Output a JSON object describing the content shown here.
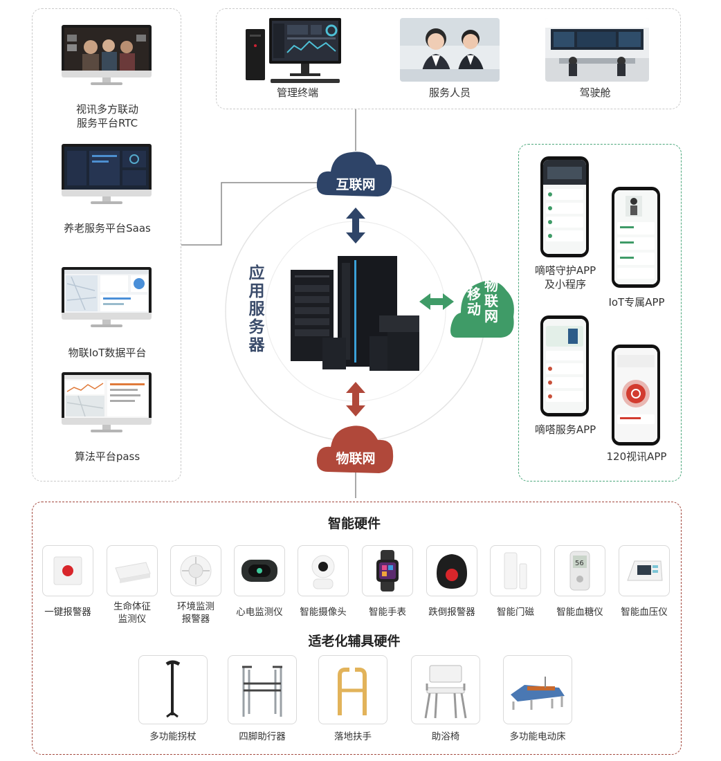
{
  "top_panel": {
    "items": [
      {
        "label": "管理终端"
      },
      {
        "label": "服务人员"
      },
      {
        "label": "驾驶舱"
      }
    ]
  },
  "left_panel": {
    "items": [
      {
        "label_line1": "视讯多方联动",
        "label_line2": "服务平台RTC"
      },
      {
        "label_line1": "养老服务平台Saas"
      },
      {
        "label_line1": "物联IoT数据平台"
      },
      {
        "label_line1": "算法平台pass"
      }
    ]
  },
  "right_panel": {
    "apps": [
      {
        "label_line1": "嘀嗒守护APP",
        "label_line2": "及小程序"
      },
      {
        "label_line1": "IoT专属APP"
      },
      {
        "label_line1": "嘀嗒服务APP"
      },
      {
        "label_line1": "120视讯APP"
      }
    ]
  },
  "center": {
    "internet_cloud": "互联网",
    "iot_cloud": "物联网",
    "mobile_line1": "物联网",
    "mobile_line2": "移动",
    "server_chars": [
      "应",
      "用",
      "服",
      "务",
      "器"
    ]
  },
  "colors": {
    "internet": "#2e4468",
    "iot": "#b0483a",
    "mobile": "#3f9b67",
    "green_border": "#4aa77a",
    "red_border": "#a1453a"
  },
  "smart_hardware": {
    "title": "智能硬件",
    "devices": [
      {
        "label_line1": "一键报警器"
      },
      {
        "label_line1": "生命体征",
        "label_line2": "监测仪"
      },
      {
        "label_line1": "环境监测",
        "label_line2": "报警器"
      },
      {
        "label_line1": "心电监测仪"
      },
      {
        "label_line1": "智能摄像头"
      },
      {
        "label_line1": "智能手表"
      },
      {
        "label_line1": "跌倒报警器"
      },
      {
        "label_line1": "智能门磁"
      },
      {
        "label_line1": "智能血糖仪"
      },
      {
        "label_line1": "智能血压仪"
      }
    ]
  },
  "aging_hardware": {
    "title": "适老化辅具硬件",
    "devices": [
      {
        "label": "多功能拐杖"
      },
      {
        "label": "四脚助行器"
      },
      {
        "label": "落地扶手"
      },
      {
        "label": "助浴椅"
      },
      {
        "label": "多功能电动床"
      }
    ]
  }
}
